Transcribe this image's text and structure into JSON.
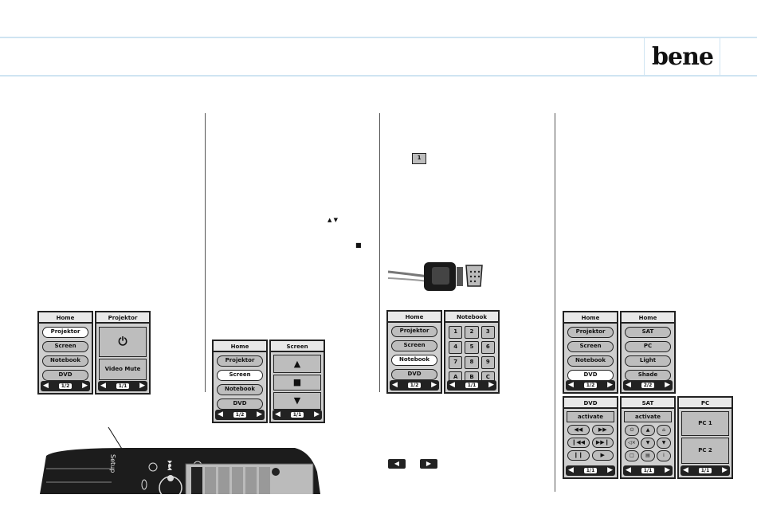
{
  "logo": "bene",
  "screens": {
    "home1": {
      "title": "Home",
      "items": [
        "Projektor",
        "Screen",
        "Notebook",
        "DVD"
      ],
      "page": "1/2"
    },
    "projektor": {
      "title": "Projektor",
      "power": "⏻",
      "video_mute": "Video Mute",
      "page": "1/1"
    },
    "home2": {
      "title": "Home",
      "items": [
        "Projektor",
        "Screen",
        "Notebook",
        "DVD"
      ],
      "page": "1/2"
    },
    "screen": {
      "title": "Screen",
      "up": "▲",
      "stop": "■",
      "down": "▼",
      "page": "1/1"
    },
    "home3": {
      "title": "Home",
      "items": [
        "Projektor",
        "Screen",
        "Notebook",
        "DVD"
      ],
      "page": "1/2"
    },
    "notebook": {
      "title": "Notebook",
      "cells": [
        "1",
        "2",
        "3",
        "4",
        "5",
        "6",
        "7",
        "8",
        "9",
        "A",
        "B",
        "C"
      ],
      "page": "1/1"
    },
    "home4": {
      "title": "Home",
      "items": [
        "Projektor",
        "Screen",
        "Notebook",
        "DVD"
      ],
      "page": "1/2"
    },
    "home5": {
      "title": "Home",
      "items": [
        "SAT",
        "PC",
        "Light",
        "Shade"
      ],
      "page": "2/2"
    },
    "dvd": {
      "title": "DVD",
      "activate": "activate",
      "controls": [
        "◀◀",
        "▶▶",
        "❙◀◀",
        "▶▶❙",
        "❙❙",
        "▶"
      ],
      "page": "1/1"
    },
    "sat": {
      "title": "SAT",
      "activate": "activate",
      "page": "1/1"
    },
    "pc": {
      "title": "PC",
      "items": [
        "PC 1",
        "PC 2"
      ],
      "page": "1/1"
    }
  },
  "inline_icons": {
    "notebook_key": "1",
    "up_down": "▲ ▼",
    "stop": "■"
  },
  "device": {
    "setup_label": "Setup"
  }
}
